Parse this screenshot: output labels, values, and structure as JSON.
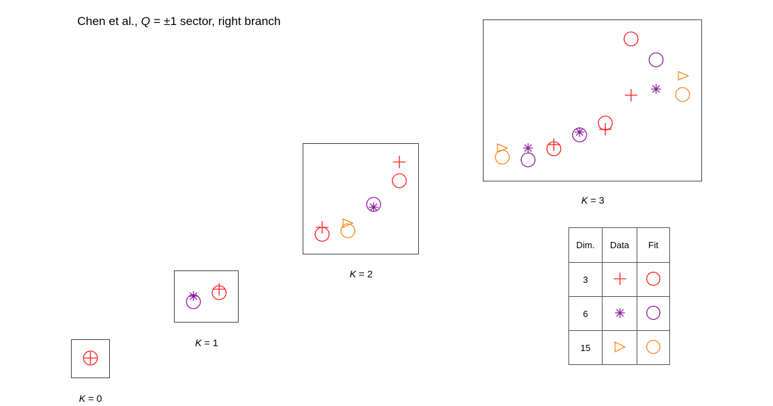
{
  "title": {
    "prefix": "Chen et al., ",
    "var": "Q",
    "suffix": " = ±1 sector, right branch"
  },
  "captions": [
    {
      "id": "k0",
      "var": "K",
      "text": " = 0"
    },
    {
      "id": "k1",
      "var": "K",
      "text": " = 1"
    },
    {
      "id": "k2",
      "var": "K",
      "text": " = 2"
    },
    {
      "id": "k3",
      "var": "K",
      "text": " = 3"
    }
  ],
  "colors": {
    "dim3": "#ff1a1a",
    "dim6": "#8a1a9b",
    "dim15": "#f28a1a"
  },
  "legend": {
    "headers": [
      "Dim.",
      "Data",
      "Fit"
    ],
    "rows": [
      {
        "dim": "3",
        "data_marker": "plus",
        "fit_marker": "circle",
        "color": "#ff1a1a"
      },
      {
        "dim": "6",
        "data_marker": "asterisk",
        "fit_marker": "circle",
        "color": "#8a1a9b"
      },
      {
        "dim": "15",
        "data_marker": "triangle-right",
        "fit_marker": "circle",
        "color": "#f28a1a"
      }
    ]
  }
}
